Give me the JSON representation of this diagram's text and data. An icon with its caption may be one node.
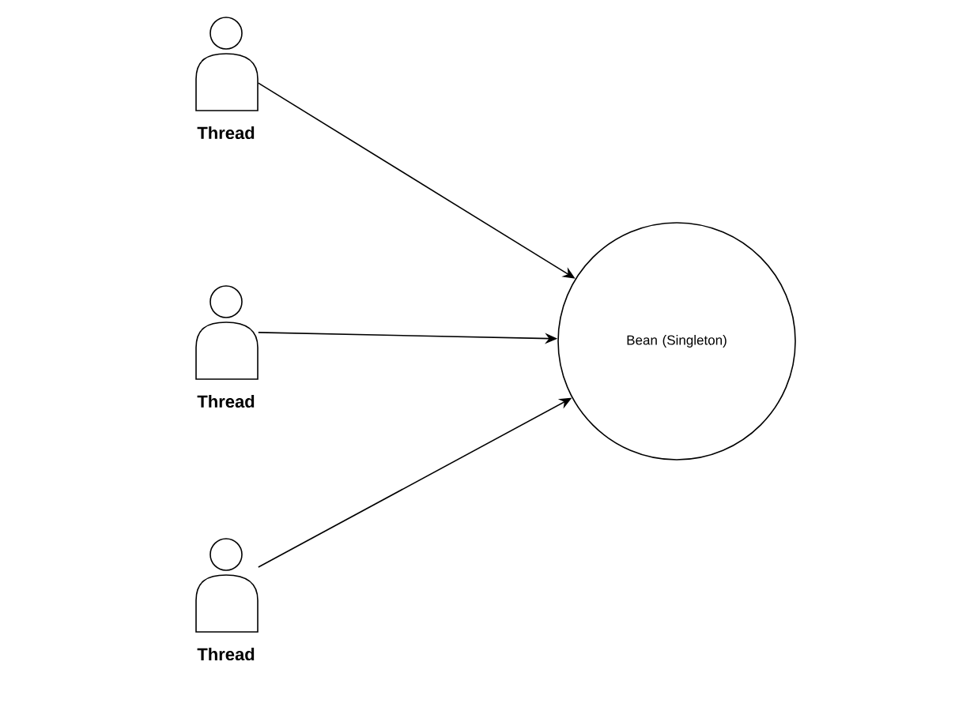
{
  "diagram": {
    "nodes": [
      {
        "text": [
          "Thread"
        ]
      },
      {
        "text": [
          "Thread"
        ]
      },
      {
        "text": [
          "Thread"
        ]
      },
      {
        "text": [
          "Bean (Singleton)"
        ]
      }
    ],
    "edges": [
      {
        "from": 0,
        "to": 3,
        "arrow": "to"
      },
      {
        "from": 1,
        "to": 3,
        "arrow": "to"
      },
      {
        "from": 2,
        "to": 3,
        "arrow": "to"
      }
    ]
  }
}
